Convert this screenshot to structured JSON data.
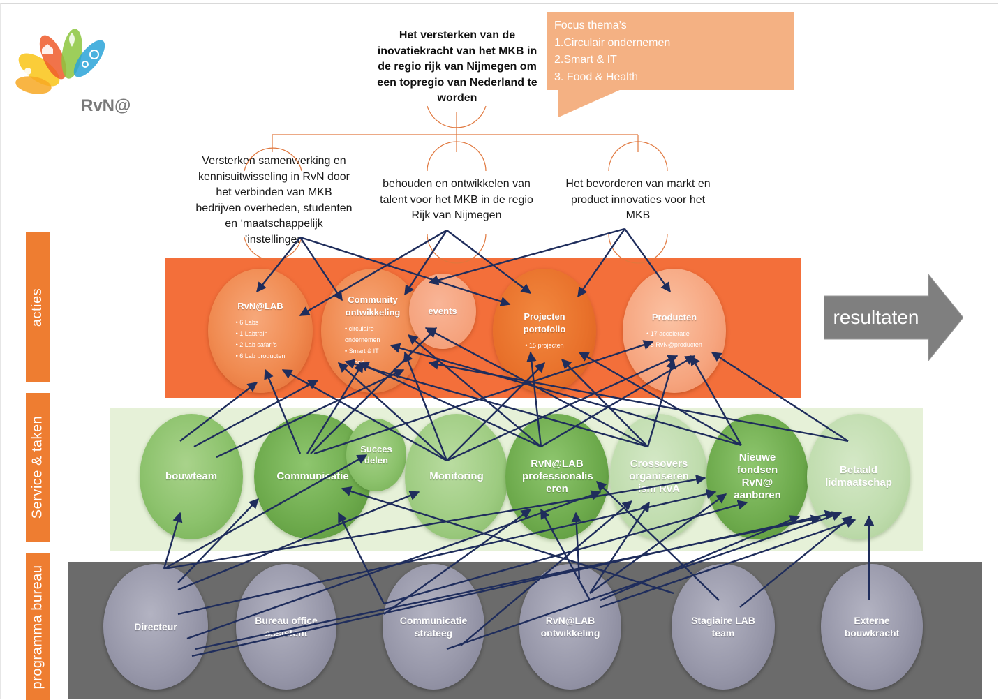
{
  "logo": {
    "text": "RvN@"
  },
  "top_goal": "Het versterken van de inovatiekracht van het MKB in de regio rijk van Nijmegen om een topregio van Nederland te worden",
  "focus": {
    "title": "Focus thema’s",
    "items": [
      "1.Circulair ondernemen",
      "2.Smart & IT",
      "3. Food & Health"
    ]
  },
  "sub_goals": [
    "Versterken  samenwerking en kennisuitwisseling  in RvN door het verbinden van MKB bedrijven overheden, studenten en ‘maatschappelijk ’instellingen",
    "behouden en ontwikkelen van talent voor het MKB in de regio Rijk van Nijmegen",
    "Het bevorderen van markt en product innovaties voor het MKB"
  ],
  "layers": {
    "acties": "acties",
    "service": "Service & taken",
    "bureau": "programma bureau"
  },
  "resultaten": "resultaten",
  "acties": {
    "rvnlab": {
      "title": "RvN@LAB",
      "items": [
        "6 Labs",
        "1 Labtrain",
        "2 Lab safari’s",
        "6 Lab producten"
      ]
    },
    "community": {
      "title": "Community ontwikkeling",
      "items": [
        "circulaire ondernemen",
        "Smart & IT",
        "4 ood"
      ]
    },
    "events": {
      "title": "events"
    },
    "projecten": {
      "title": "Projecten portofolio",
      "items": [
        "15 projecten"
      ]
    },
    "producten": {
      "title": "Producten",
      "items": [
        "17 acceleratie",
        "5 RvN@producten"
      ]
    }
  },
  "service": {
    "bouwteam": "bouwteam",
    "communicatie": "Communicatie",
    "succes": "Succes delen",
    "monitoring": "Monitoring",
    "professionaliseren": "RvN@LAB professionalis eren",
    "crossovers": "Crossovers organiseren ism RvA",
    "fondsen": "Nieuwe fondsen RvN@ aanboren",
    "lidmaatschap": "Betaald lidmaatschap"
  },
  "bureau": {
    "directeur": "Directeur",
    "office": "Bureau office assistent",
    "comm_strateeg": "Communicatie strateeg",
    "lab_ontw": "RvN@LAB ontwikkeling",
    "stagiaire": "Stagiaire LAB team",
    "extern": "Externe bouwkracht"
  },
  "colors": {
    "arrow": "#1f2d5c",
    "acties_band": "#f36f3a",
    "service_band": "#e6f1d8",
    "bureau_band": "#6b6b6b",
    "side_label": "#ee7d31",
    "callout": "#f4b183",
    "resultaten_arrow": "#7f7f7f"
  }
}
